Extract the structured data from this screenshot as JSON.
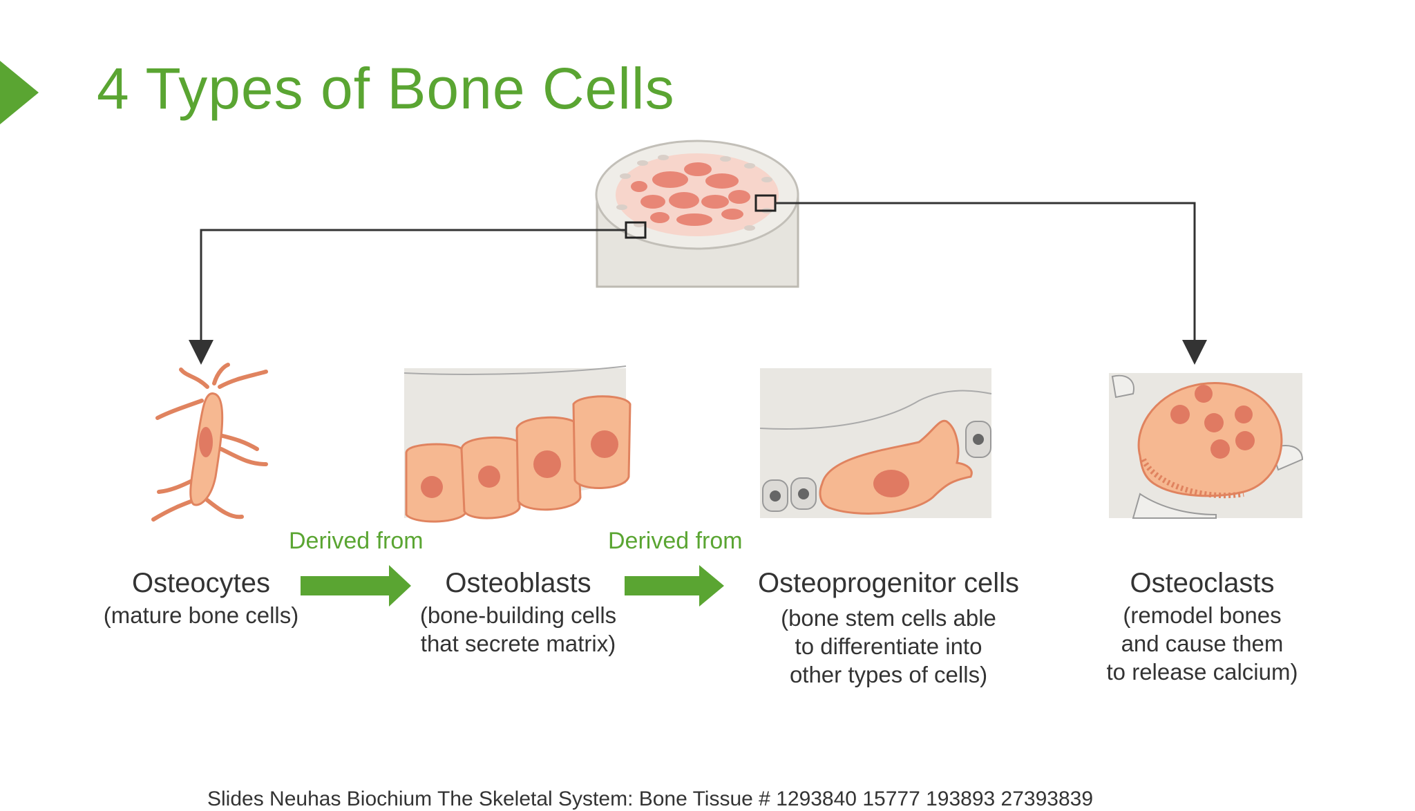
{
  "slide": {
    "title": "4 Types of Bone Cells",
    "derived_label_1": "Derived from",
    "derived_label_2": "Derived from",
    "cells": [
      {
        "name": "Osteocytes",
        "desc": [
          "(mature bone cells)"
        ]
      },
      {
        "name": "Osteoblasts",
        "desc": [
          "(bone-building cells",
          "that secrete matrix)"
        ]
      },
      {
        "name": "Osteoprogenitor cells",
        "desc": [
          "(bone stem cells able",
          "to differentiate into",
          "other types of cells)"
        ]
      },
      {
        "name": "Osteoclasts",
        "desc": [
          "(remodel bones",
          "and cause them",
          "to release calcium)"
        ]
      }
    ],
    "citation": "Slides Neuhas Biochium   The Skeletal System: Bone Tissue   #  1293840 15777 193893 27393839"
  },
  "colors": {
    "accent_green": "#5aa532",
    "cell_fill": "#f6b891",
    "cell_outline": "#e0835f",
    "nucleus": "#e07a62",
    "connector": "#333333"
  },
  "icons": {
    "bone": "bone-cross-section-icon",
    "osteocyte": "osteocyte-icon",
    "osteoblast": "osteoblasts-icon",
    "osteoprogenitor": "osteoprogenitor-icon",
    "osteoclast": "osteoclast-icon"
  }
}
